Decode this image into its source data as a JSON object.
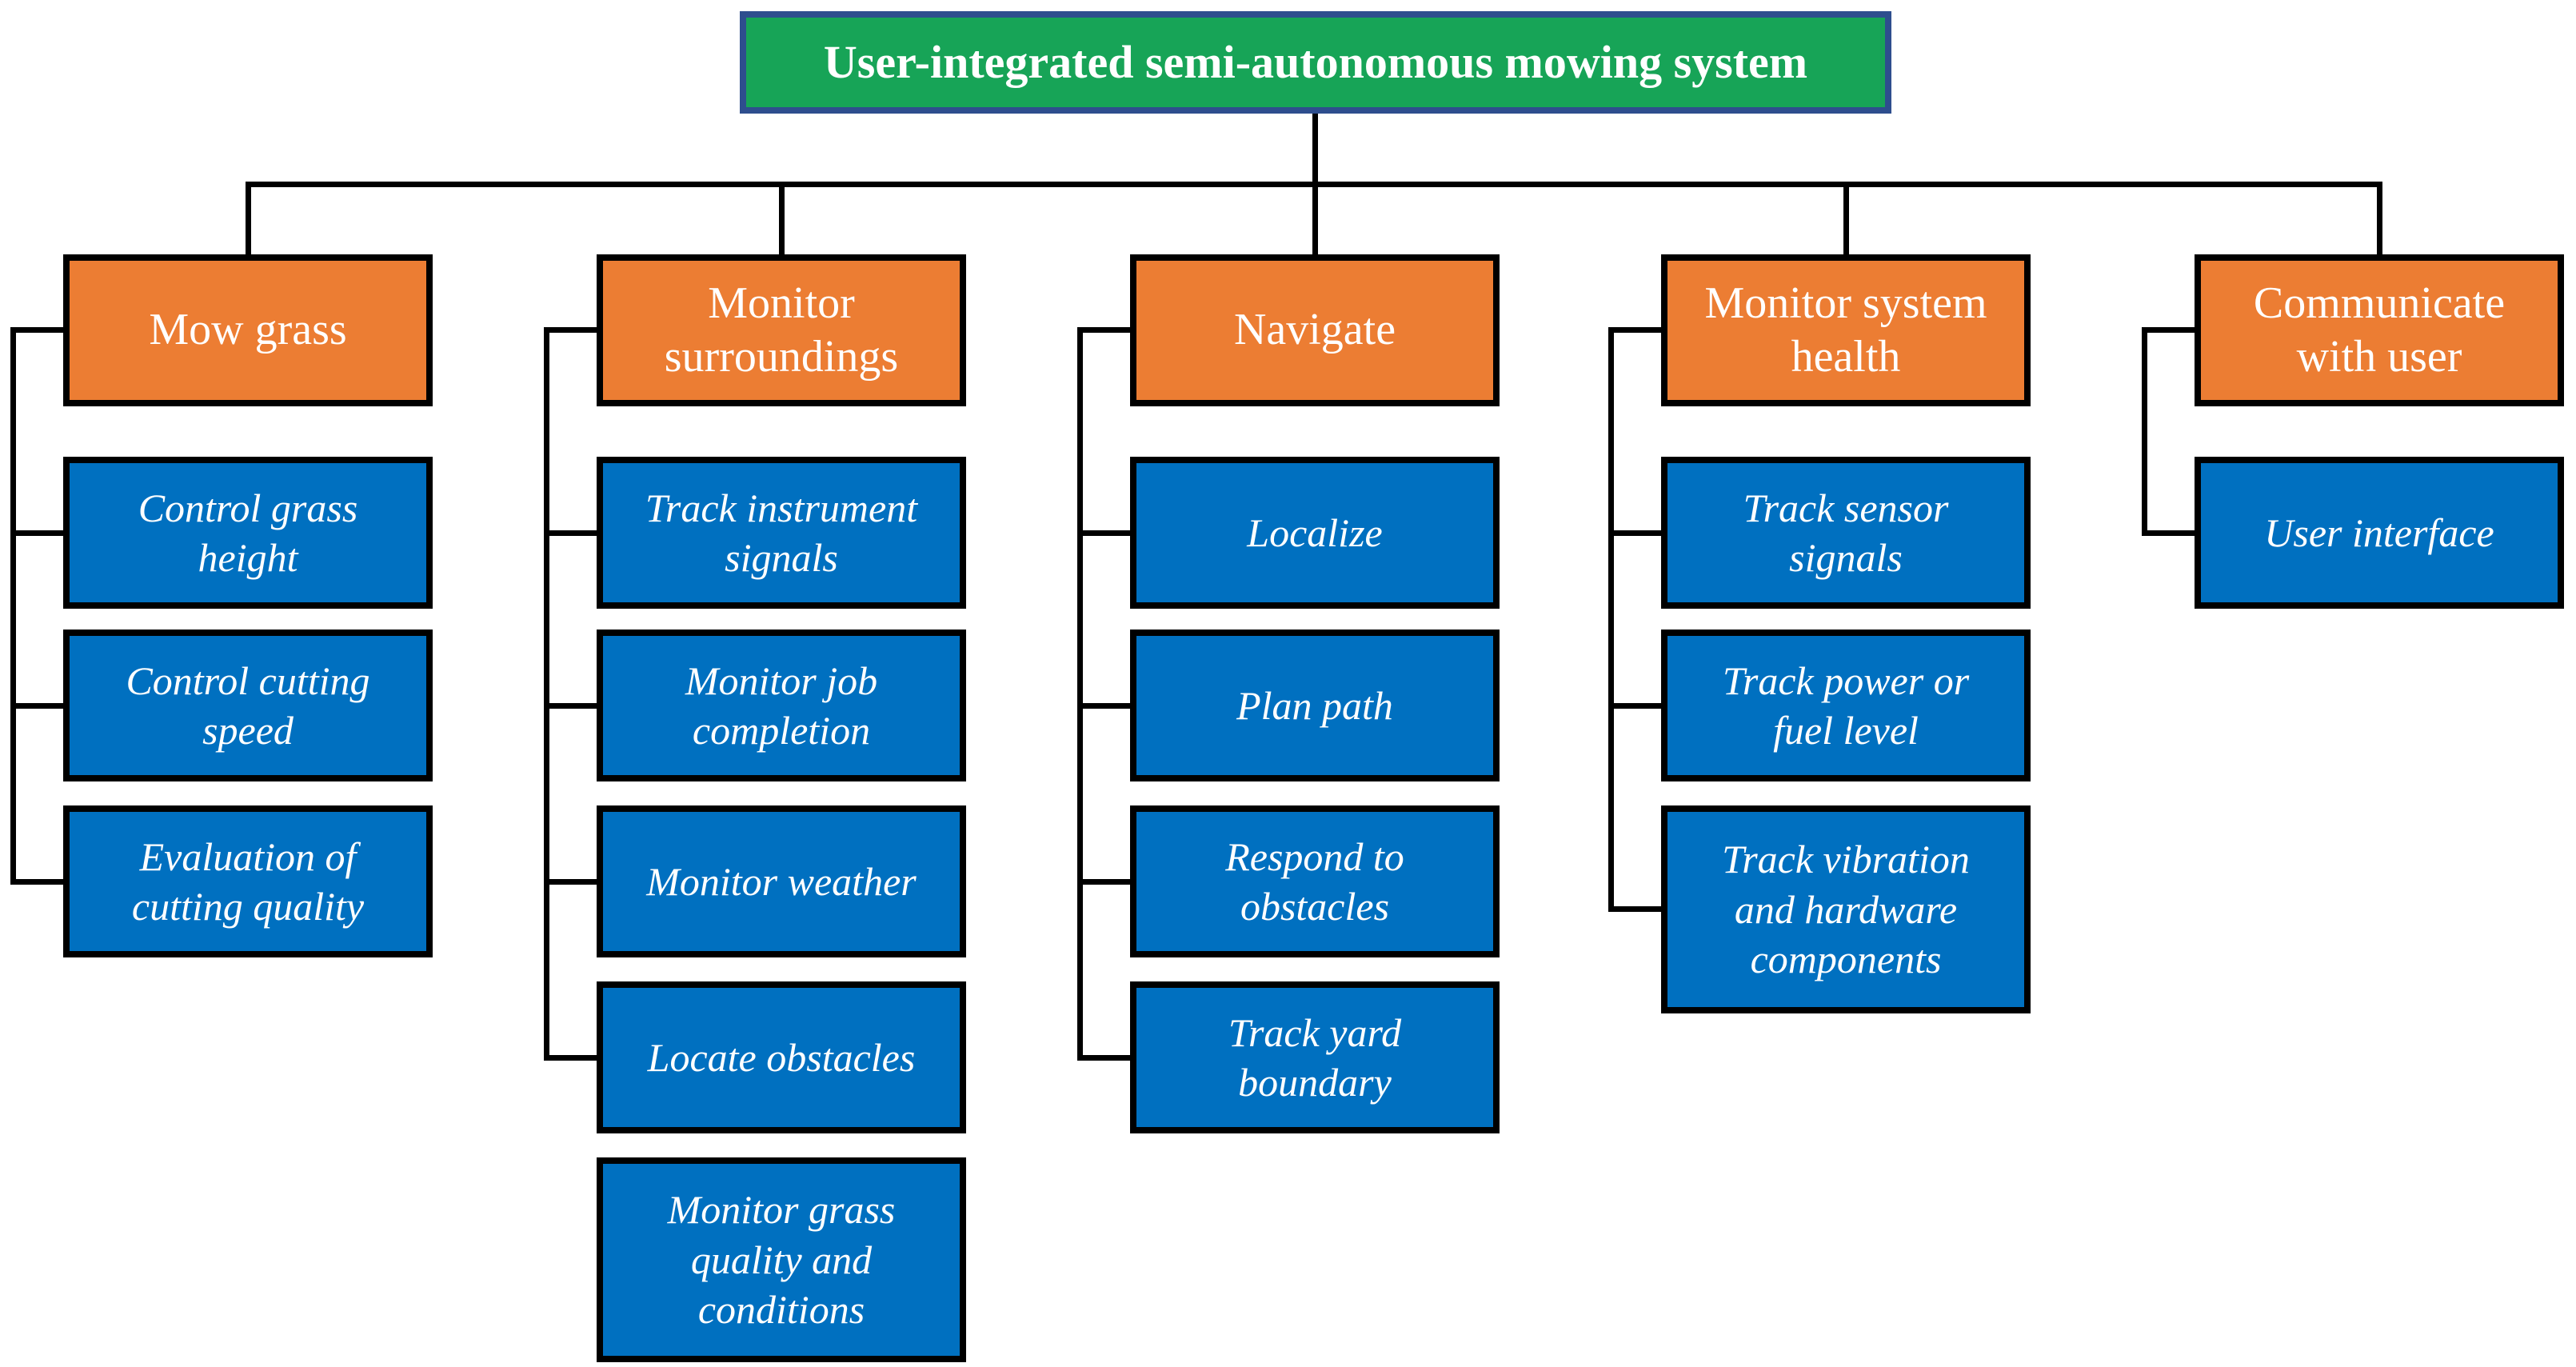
{
  "title": "User-integrated semi-autonomous mowing system",
  "colors": {
    "root_fill": "#17A457",
    "root_border": "#2E4E8E",
    "header_fill": "#EC7D33",
    "child_fill": "#0070C0",
    "box_border": "#000000",
    "connector": "#000000",
    "text": "#FFFFFF"
  },
  "columns": [
    {
      "header": "Mow grass",
      "children": [
        "Control grass height",
        "Control cutting speed",
        "Evaluation of cutting quality"
      ]
    },
    {
      "header": "Monitor surroundings",
      "children": [
        "Track instrument signals",
        "Monitor job completion",
        "Monitor weather",
        "Locate obstacles",
        "Monitor grass quality and conditions"
      ]
    },
    {
      "header": "Navigate",
      "children": [
        "Localize",
        "Plan path",
        "Respond to obstacles",
        "Track yard boundary"
      ]
    },
    {
      "header": "Monitor system health",
      "children": [
        "Track sensor signals",
        "Track power or fuel level",
        "Track vibration and hardware components"
      ]
    },
    {
      "header": "Communicate with user",
      "children": [
        "User interface"
      ]
    }
  ]
}
